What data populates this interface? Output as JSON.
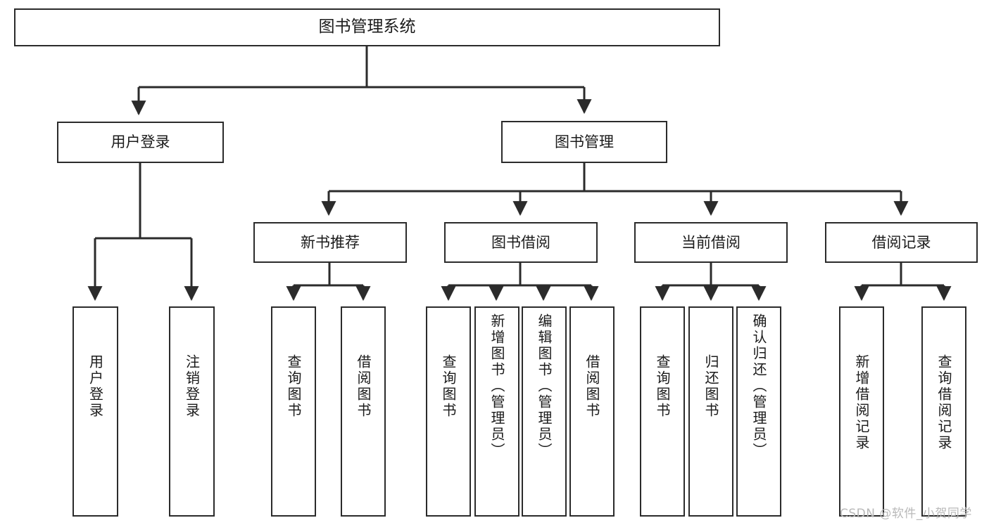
{
  "diagram": {
    "type": "tree",
    "title": "图书管理系统",
    "watermark": "CSDN @软件_小贺同学",
    "colors": {
      "background": "#ffffff",
      "box_border": "#2b2b2b",
      "box_fill": "#ffffff",
      "text": "#1b1b1b",
      "connector": "#2b2b2b",
      "watermark": "#b9b9b9"
    },
    "root": {
      "label": "图书管理系统",
      "level": 1
    },
    "level2": [
      {
        "label": "用户登录"
      },
      {
        "label": "图书管理"
      }
    ],
    "level3": [
      {
        "label": "新书推荐"
      },
      {
        "label": "图书借阅"
      },
      {
        "label": "当前借阅"
      },
      {
        "label": "借阅记录"
      }
    ],
    "leaves": {
      "user_login": [
        {
          "label": "用户登录"
        },
        {
          "label": "注销登录"
        }
      ],
      "new_book_recommend": [
        {
          "label": "查询图书"
        },
        {
          "label": "借阅图书"
        }
      ],
      "book_borrow": [
        {
          "label": "查询图书"
        },
        {
          "label": "新增图书（管理员）"
        },
        {
          "label": "编辑图书（管理员）"
        },
        {
          "label": "借阅图书"
        }
      ],
      "current_borrow": [
        {
          "label": "查询图书"
        },
        {
          "label": "归还图书"
        },
        {
          "label": "确认归还（管理员）"
        }
      ],
      "borrow_record": [
        {
          "label": "新增借阅记录"
        },
        {
          "label": "查询借阅记录"
        }
      ]
    }
  }
}
